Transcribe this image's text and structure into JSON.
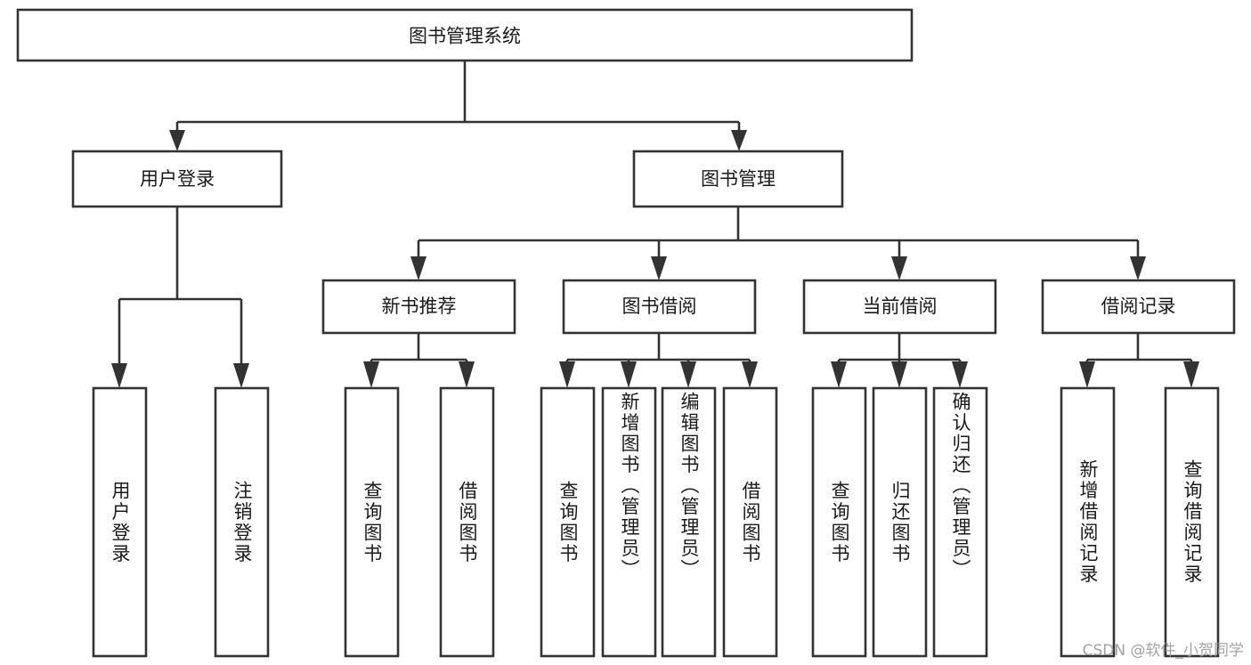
{
  "diagram": {
    "title": "图书管理系统",
    "type": "tree-hierarchy",
    "orientation": "top-down",
    "colors": {
      "box_stroke": "#333333",
      "box_fill": "#ffffff",
      "connector": "#333333",
      "text": "#1a1a1a",
      "watermark": "#9c9c9c",
      "background": "#ffffff"
    },
    "levels": {
      "root": {
        "label": "图书管理系统"
      },
      "level2": [
        {
          "label": "用户登录"
        },
        {
          "label": "图书管理"
        }
      ],
      "level3": [
        {
          "label": "新书推荐"
        },
        {
          "label": "图书借阅"
        },
        {
          "label": "当前借阅"
        },
        {
          "label": "借阅记录"
        }
      ],
      "leaves": {
        "user_login": [
          {
            "label": "用户登录"
          },
          {
            "label": "注销登录"
          }
        ],
        "new_book_recommend": [
          {
            "label": "查询图书"
          },
          {
            "label": "借阅图书"
          }
        ],
        "book_borrow": [
          {
            "label": "查询图书"
          },
          {
            "label": "新增图书（管理员）"
          },
          {
            "label": "编辑图书（管理员）"
          },
          {
            "label": "借阅图书"
          }
        ],
        "current_borrow": [
          {
            "label": "查询图书"
          },
          {
            "label": "归还图书"
          },
          {
            "label": "确认归还（管理员）"
          }
        ],
        "borrow_record": [
          {
            "label": "新增借阅记录"
          },
          {
            "label": "查询借阅记录"
          }
        ]
      }
    }
  },
  "watermark": {
    "text": "CSDN @软件_小贺同学"
  }
}
